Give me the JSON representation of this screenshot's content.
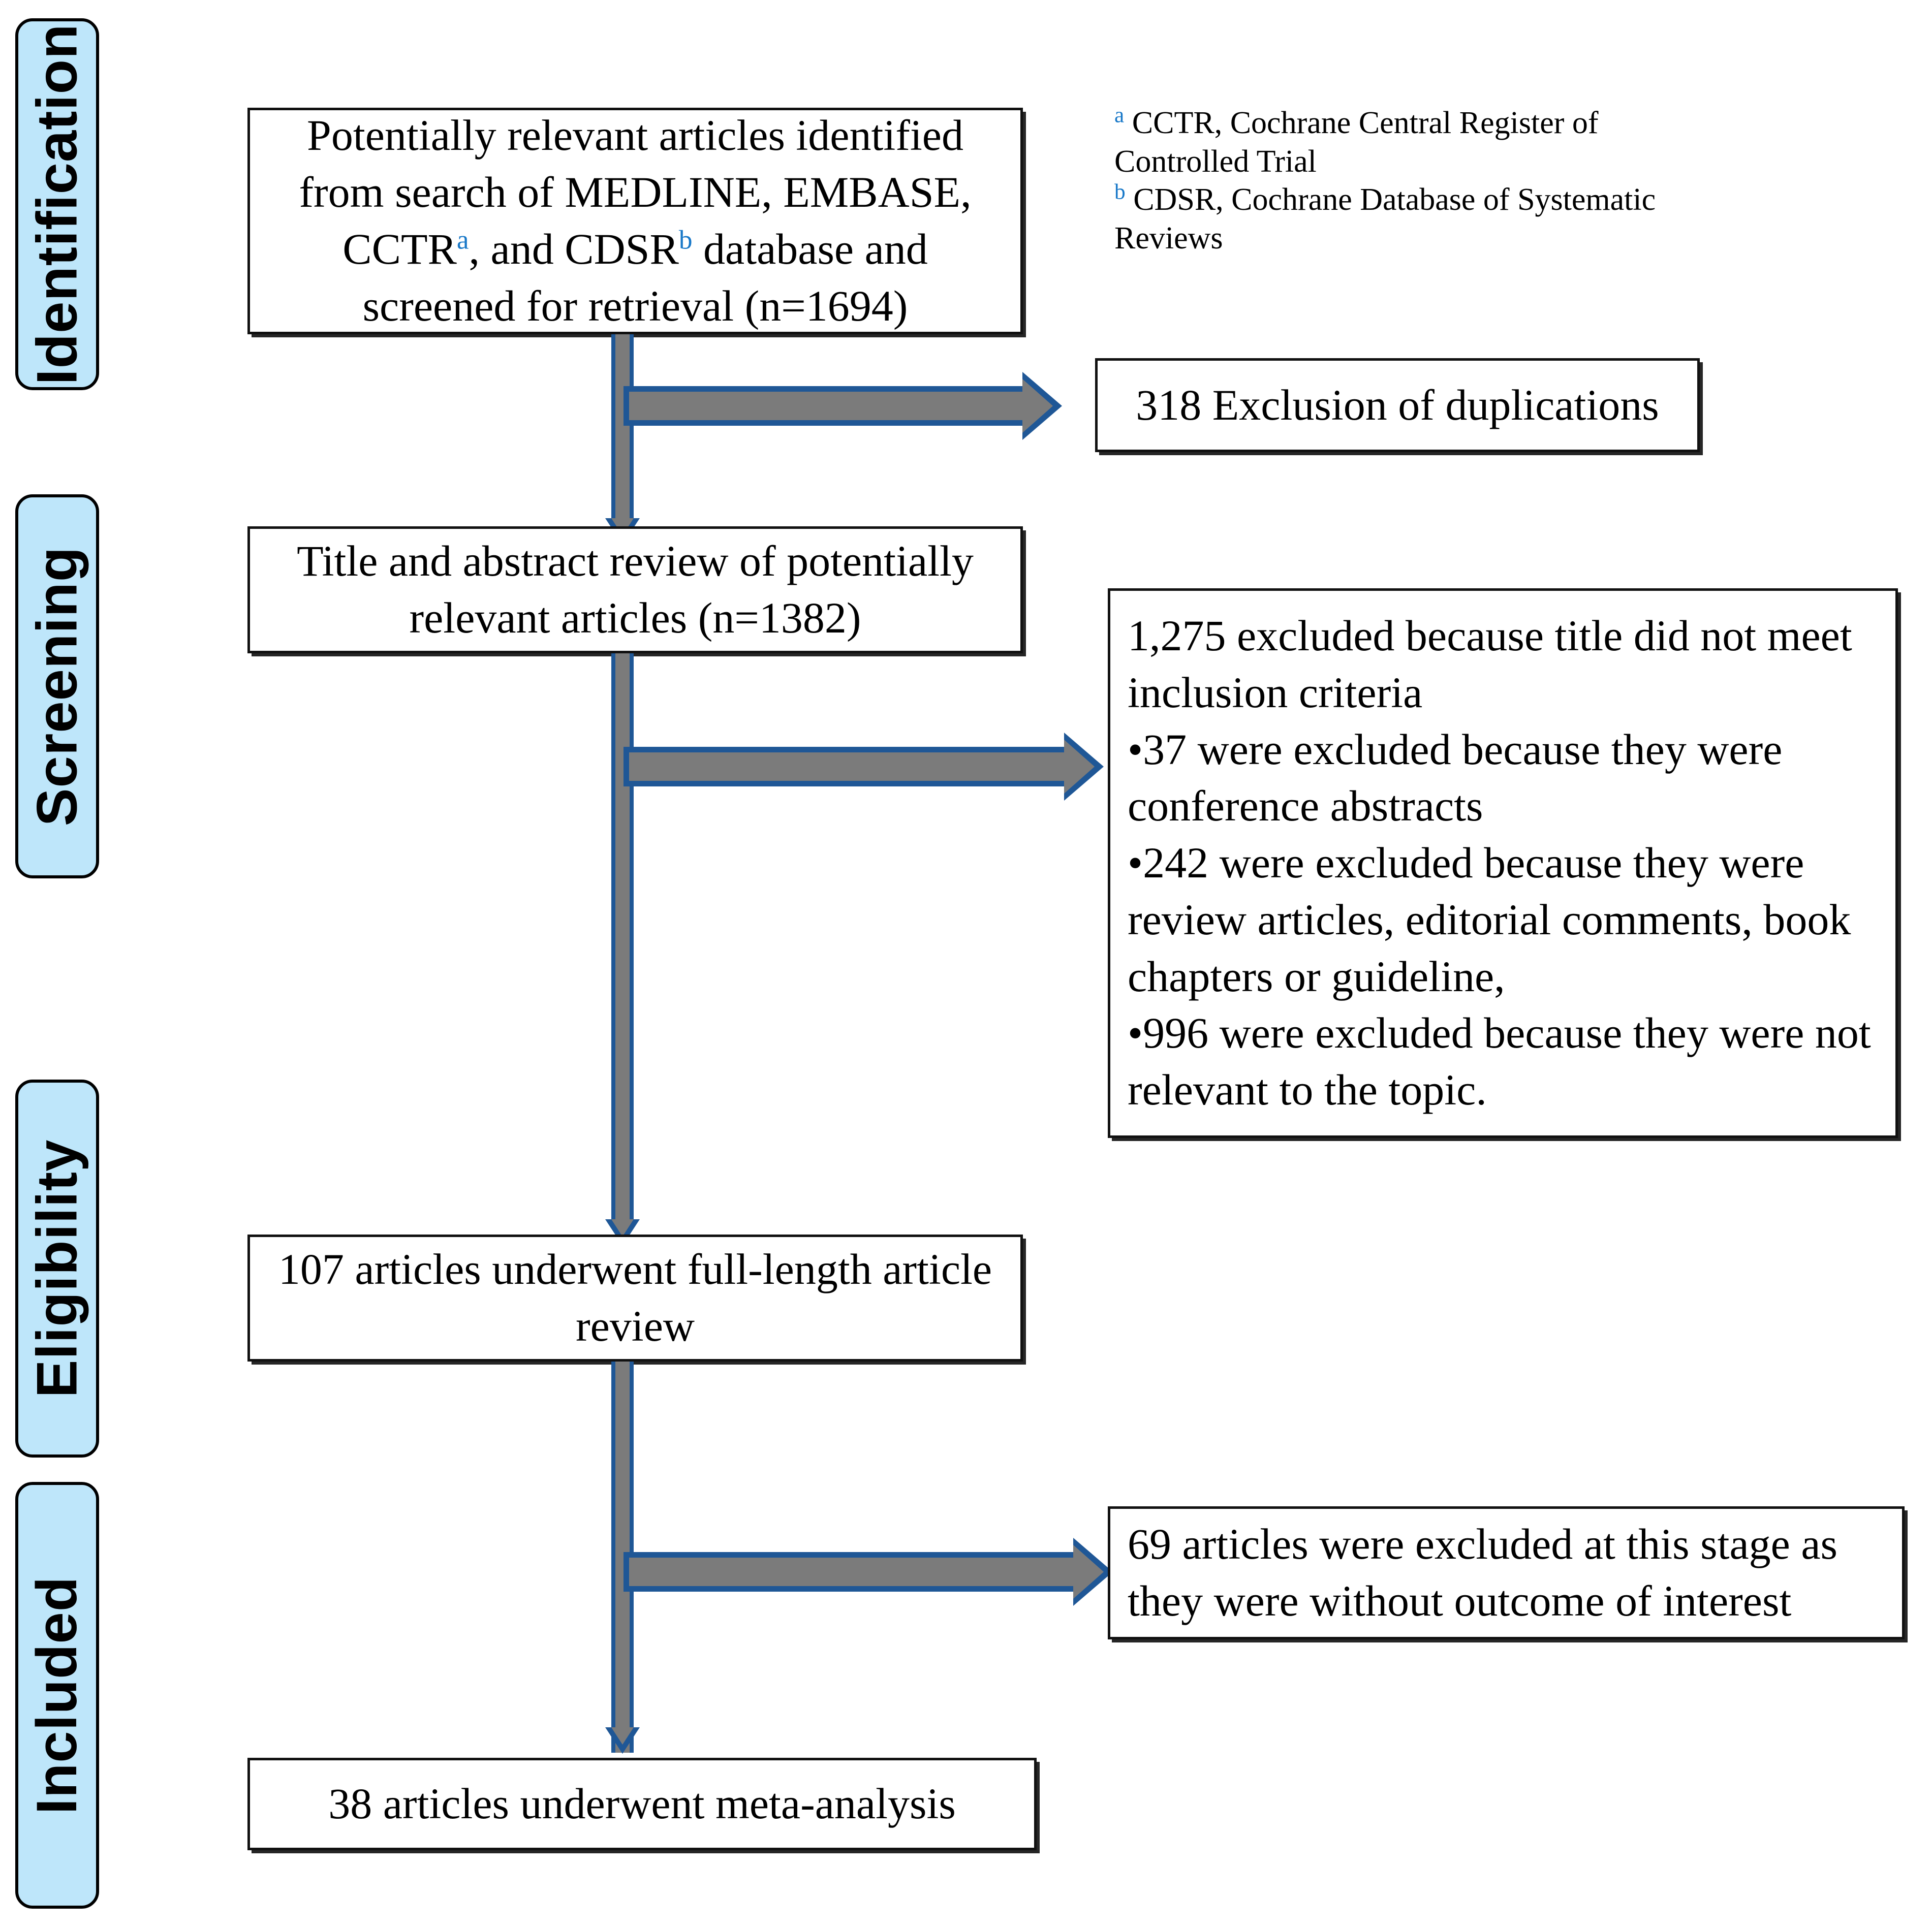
{
  "diagram": {
    "title": "PRISMA study selection flow diagram",
    "accent_blue": "#1f5796",
    "arrow_gray": "#7b7b7b",
    "pill_fill": "#bee6fa",
    "superscript_color": "#1878c8"
  },
  "stages": [
    {
      "id": "identification",
      "label": "Identification"
    },
    {
      "id": "screening",
      "label": "Screening"
    },
    {
      "id": "eligibility",
      "label": "Eligibility"
    },
    {
      "id": "included",
      "label": "Included"
    }
  ],
  "legend": {
    "entries": [
      {
        "mark": "a",
        "text": " CCTR, Cochrane Central Register of Controlled Trial"
      },
      {
        "mark": "b",
        "text": " CDSR, Cochrane Database of Systematic Reviews"
      }
    ]
  },
  "boxes": {
    "identified": {
      "line1": "Potentially relevant articles identified",
      "line2": "from search of MEDLINE, EMBASE,",
      "line3_pre": "CCTR",
      "line3_sup_a": "a",
      "line3_mid": ", and CDSR",
      "line3_sup_b": "b",
      "line3_post": " database and",
      "line4": "screened for retrieval (n=1694)",
      "count": 1694
    },
    "duplicates_excluded": {
      "text": "318 Exclusion of duplications",
      "count": 318
    },
    "title_abstract_review": {
      "line1": "Title and abstract review of potentially",
      "line2": "relevant articles (n=1382)",
      "count": 1382
    },
    "screening_excluded": {
      "lead": " 1,275 excluded because title did not meet inclusion criteria",
      "lead_count": 1275,
      "bullets": [
        {
          "marker": "•",
          "text": "37 were excluded because they were conference abstracts",
          "count": 37
        },
        {
          "marker": "•",
          "text": "242 were excluded because they were review articles, editorial comments, book chapters or guideline,",
          "count": 242
        },
        {
          "marker": "•",
          "text": "996 were excluded because they were not relevant to the topic.",
          "count": 996
        }
      ]
    },
    "full_length_review": {
      "line1": "107 articles underwent full-length article",
      "line2": "review",
      "count": 107
    },
    "eligibility_excluded": {
      "line1": "69 articles were excluded at this stage as",
      "line2": "they were without outcome of interest",
      "count": 69
    },
    "meta_analysis": {
      "text": "38 articles underwent meta-analysis",
      "count": 38
    }
  },
  "chart_data": {
    "type": "diagram",
    "title": "PRISMA flow of study selection",
    "nodes": [
      {
        "stage": "Identification",
        "label": "Potentially relevant articles identified from search of MEDLINE, EMBASE, CCTR, and CDSR database and screened for retrieval",
        "n": 1694
      },
      {
        "stage": "Identification",
        "label": "Exclusion of duplications",
        "n": 318,
        "kind": "exclusion"
      },
      {
        "stage": "Screening",
        "label": "Title and abstract review of potentially relevant articles",
        "n": 1382
      },
      {
        "stage": "Screening",
        "label": "Excluded at title/abstract screening",
        "n": 1275,
        "kind": "exclusion",
        "breakdown": [
          {
            "label": "conference abstracts",
            "n": 37
          },
          {
            "label": "review articles, editorial comments, book chapters or guideline",
            "n": 242
          },
          {
            "label": "not relevant to the topic",
            "n": 996
          }
        ]
      },
      {
        "stage": "Eligibility",
        "label": "Articles underwent full-length article review",
        "n": 107
      },
      {
        "stage": "Eligibility",
        "label": "Excluded — without outcome of interest",
        "n": 69,
        "kind": "exclusion"
      },
      {
        "stage": "Included",
        "label": "Articles underwent meta-analysis",
        "n": 38
      }
    ]
  }
}
